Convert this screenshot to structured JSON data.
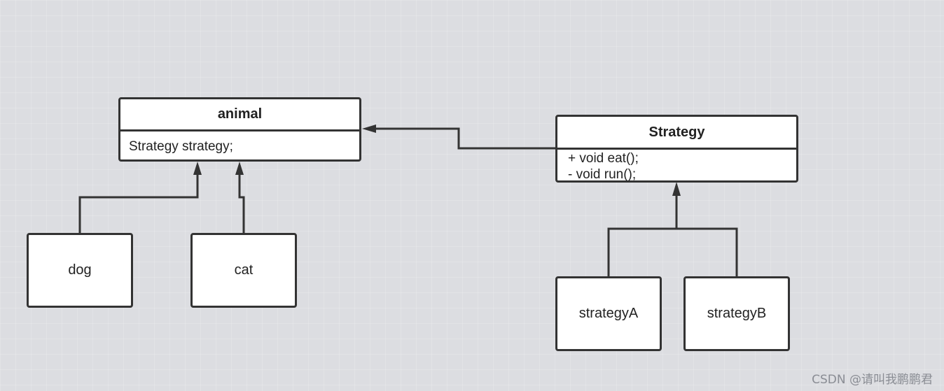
{
  "diagram": {
    "classes": {
      "animal": {
        "name": "animal",
        "attributes": [
          "Strategy strategy;"
        ]
      },
      "strategy": {
        "name": "Strategy",
        "methods": [
          "+ void eat();",
          "- void run();"
        ]
      }
    },
    "boxes": {
      "dog": "dog",
      "cat": "cat",
      "strategyA": "strategyA",
      "strategyB": "strategyB"
    },
    "relationships": [
      {
        "from": "dog",
        "to": "animal",
        "type": "inheritance"
      },
      {
        "from": "cat",
        "to": "animal",
        "type": "inheritance"
      },
      {
        "from": "Strategy",
        "to": "animal",
        "type": "association"
      },
      {
        "from": "strategyA",
        "to": "Strategy",
        "type": "inheritance"
      },
      {
        "from": "strategyB",
        "to": "Strategy",
        "type": "inheritance"
      }
    ],
    "colors": {
      "background": "#dcdde1",
      "box_fill": "#ffffff",
      "stroke": "#333333",
      "text": "#222222"
    }
  },
  "watermark": "CSDN @请叫我鹏鹏君"
}
